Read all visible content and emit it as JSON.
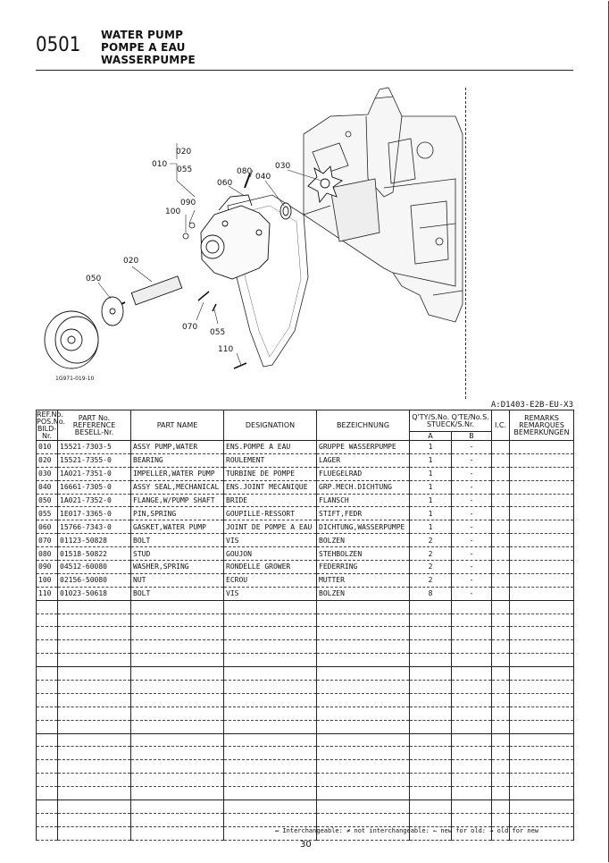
{
  "header": {
    "section_no": "0501",
    "title_en": "WATER PUMP",
    "title_fr": "POMPE A EAU",
    "title_de": "WASSERPUMPE"
  },
  "diagram": {
    "image_code": "1G971-019-10",
    "callouts": {
      "c010": "010",
      "c020_top": "020",
      "c055_top": "055",
      "c080": "080",
      "c030": "030",
      "c060": "060",
      "c040": "040",
      "c090": "090",
      "c100": "100",
      "c020": "020",
      "c050": "050",
      "c070": "070",
      "c055": "055",
      "c110": "110"
    }
  },
  "model_code": "A:D1403-E2B-EU-X3",
  "table": {
    "headers": {
      "ref": "REF.No. POS.No. BILD-Nr.",
      "part_no": "PART No.",
      "reference": "REFERENCE",
      "bestell": "BESELL-Nr.",
      "part_name": "PART NAME",
      "designation": "DESIGNATION",
      "bezeichnung": "BEZEICHNUNG",
      "qty": "Q'TY/S.No. Q'TE/No.S. STUECK/S.Nr.",
      "col_a": "A",
      "col_b": "B",
      "ic": "I.C.",
      "remarks": "REMARKS REMARQUES BEMERKUNGEN"
    },
    "rows": [
      {
        "ref": "010",
        "part": "15521-7303-5",
        "name": "ASSY PUMP,WATER",
        "desig": "ENS.POMPE A EAU",
        "bez": "GRUPPE WASSERPUMPE",
        "a": "1",
        "b": "-"
      },
      {
        "ref": "020",
        "part": "15521-7355-0",
        "name": "BEARING",
        "desig": "ROULEMENT",
        "bez": "LAGER",
        "a": "1",
        "b": "-"
      },
      {
        "ref": "030",
        "part": "1A021-7351-0",
        "name": "IMPELLER,WATER PUMP",
        "desig": "TURBINE DE POMPE",
        "bez": "FLUEGELRAD",
        "a": "1",
        "b": "-"
      },
      {
        "ref": "040",
        "part": "16661-7305-0",
        "name": "ASSY SEAL,MECHANICAL",
        "desig": "ENS.JOINT MECANIQUE",
        "bez": "GRP.MECH.DICHTUNG",
        "a": "1",
        "b": "-"
      },
      {
        "ref": "050",
        "part": "1A021-7352-0",
        "name": "FLANGE,W/PUMP SHAFT",
        "desig": "BRIDE",
        "bez": "FLANSCH",
        "a": "1",
        "b": "-"
      },
      {
        "ref": "055",
        "part": "1E017-3365-0",
        "name": "PIN,SPRING",
        "desig": "GOUPILLE-RESSORT",
        "bez": "STIFT,FEDR",
        "a": "1",
        "b": "-"
      },
      {
        "ref": "060",
        "part": "15766-7343-0",
        "name": "GASKET,WATER PUMP",
        "desig": "JOINT DE POMPE A EAU",
        "bez": "DICHTUNG,WASSERPUMPE",
        "a": "1",
        "b": "-"
      },
      {
        "ref": "070",
        "part": "01123-50828",
        "name": "BOLT",
        "desig": "VIS",
        "bez": "BOLZEN",
        "a": "2",
        "b": "-"
      },
      {
        "ref": "080",
        "part": "01518-50822",
        "name": "STUD",
        "desig": "GOUJON",
        "bez": "STEHBOLZEN",
        "a": "2",
        "b": "-"
      },
      {
        "ref": "090",
        "part": "04512-60080",
        "name": "WASHER,SPRING",
        "desig": "RONDELLE GROWER",
        "bez": "FEDERRING",
        "a": "2",
        "b": "-"
      },
      {
        "ref": "100",
        "part": "02156-50080",
        "name": "NUT",
        "desig": "ECROU",
        "bez": "MUTTER",
        "a": "2",
        "b": "-"
      },
      {
        "ref": "110",
        "part": "01023-50618",
        "name": "BOLT",
        "desig": "VIS",
        "bez": "BOLZEN",
        "a": "8",
        "b": "-"
      }
    ]
  },
  "footer": {
    "legend": "↔ Interchangeable: ≠ not interchangeable: ← new for old: → old for new",
    "page_number": "30"
  }
}
